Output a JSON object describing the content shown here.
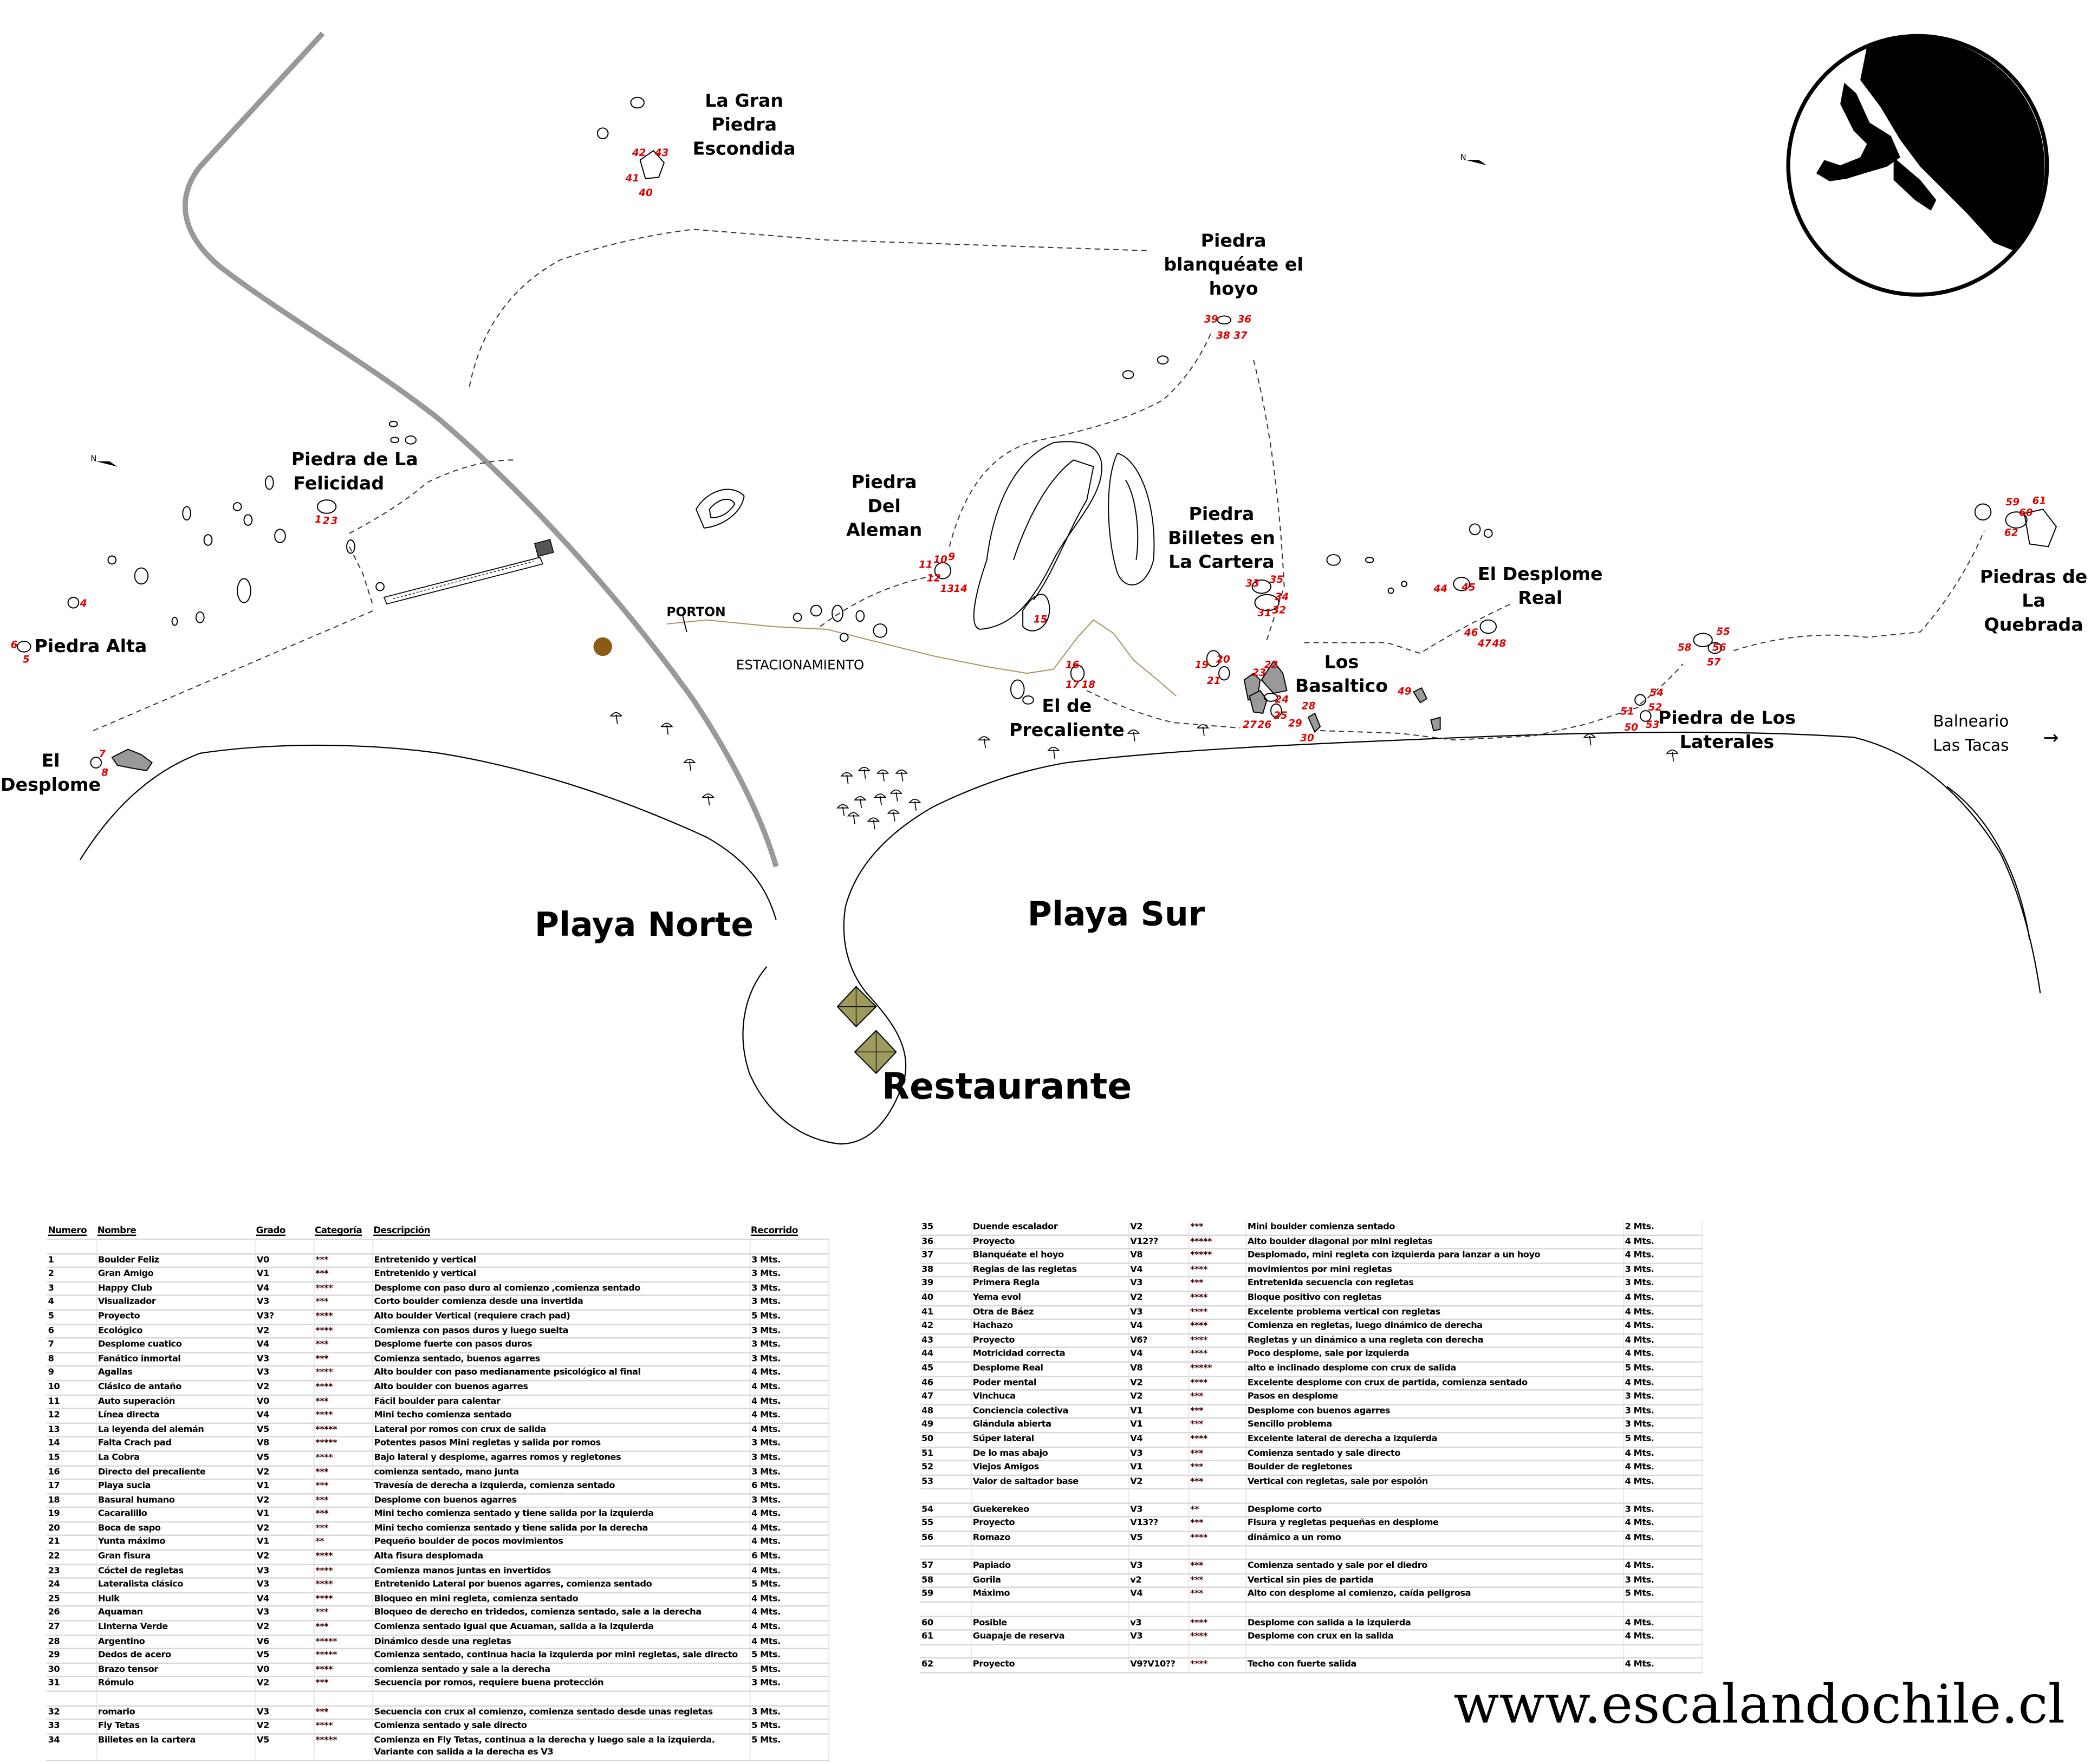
{
  "map": {
    "labels": {
      "gran_piedra": [
        "La Gran",
        "Piedra",
        "Escondida"
      ],
      "blanqueate": [
        "Piedra",
        "blanquéate el",
        "hoyo"
      ],
      "felicidad": [
        "Piedra de La",
        "Felicidad"
      ],
      "aleman": [
        "Piedra",
        "Del",
        "Aleman"
      ],
      "billetes": [
        "Piedra",
        "Billetes en",
        "La Cartera"
      ],
      "desplome_real": [
        "El  Desplome",
        "Real"
      ],
      "quebrada": [
        "Piedras de",
        "La",
        "Quebrada"
      ],
      "piedra_alta": "Piedra Alta",
      "porton": "PORTON",
      "estacionamiento": "ESTACIONAMIENTO",
      "basaltico": [
        "Los",
        "Basaltico"
      ],
      "precaliente": [
        "El de",
        "Precaliente"
      ],
      "laterales": [
        "Piedra de Los",
        "Laterales"
      ],
      "balneario": [
        "Balneario",
        "Las Tacas"
      ],
      "balneario_arrow": "→",
      "el_desplome": [
        "El",
        "Desplome"
      ],
      "playa_norte": "Playa Norte",
      "playa_sur": "Playa Sur",
      "restaurante": "Restaurante"
    },
    "route_numbers": [
      "1",
      "2",
      "3",
      "4",
      "5",
      "6",
      "7",
      "8",
      "9",
      "10",
      "11",
      "12",
      "13",
      "14",
      "15",
      "16",
      "17",
      "18",
      "19",
      "20",
      "21",
      "22",
      "23",
      "24",
      "25",
      "26",
      "27",
      "28",
      "29",
      "30",
      "31",
      "32",
      "33",
      "34",
      "35",
      "36",
      "37",
      "38",
      "39",
      "40",
      "41",
      "42",
      "43",
      "44",
      "45",
      "46",
      "47",
      "48",
      "49",
      "50",
      "51",
      "52",
      "53",
      "54",
      "55",
      "56",
      "57",
      "58",
      "59",
      "60",
      "61",
      "62"
    ]
  },
  "colors": {
    "route_number": "#e00000",
    "road": "#999999",
    "access_path": "#a89060",
    "building": "#9c9a5c",
    "marker": "#8b5a14"
  },
  "website": "www.escalandochile.cl",
  "table_left": {
    "headers": [
      "Numero",
      "Nombre",
      "Grado",
      "Categoría",
      "Descripción",
      "Recorrido"
    ],
    "rows": [
      [
        "1",
        "Boulder Feliz",
        "V0",
        "***",
        "Entretenido y vertical",
        "3 Mts."
      ],
      [
        "2",
        "Gran Amigo",
        "V1",
        "***",
        "Entretenido y vertical",
        "3 Mts."
      ],
      [
        "3",
        "Happy Club",
        "V4",
        "****",
        "Desplome con paso duro al comienzo ,comienza sentado",
        "3 Mts."
      ],
      [
        "4",
        "Visualizador",
        "V3",
        "***",
        "Corto boulder comienza desde una invertida",
        "3 Mts."
      ],
      [
        "5",
        "Proyecto",
        "V3?",
        "****",
        "Alto boulder Vertical (requiere crach pad)",
        "5 Mts."
      ],
      [
        "6",
        "Ecológico",
        "V2",
        "****",
        "Comienza con pasos duros y luego suelta",
        "3 Mts."
      ],
      [
        "7",
        "Desplome cuatico",
        "V4",
        "***",
        "Desplome fuerte con pasos duros",
        "3 Mts."
      ],
      [
        "8",
        "Fanático inmortal",
        "V3",
        "***",
        "Comienza sentado, buenos agarres",
        "3 Mts."
      ],
      [
        "9",
        "Agallas",
        "V3",
        "****",
        "Alto boulder con paso medianamente psicológico al final",
        "4 Mts."
      ],
      [
        "10",
        "Clásico de antaño",
        "V2",
        "****",
        "Alto boulder con buenos agarres",
        "4 Mts."
      ],
      [
        "11",
        "Auto superación",
        "V0",
        "***",
        "Fácil boulder para calentar",
        "4 Mts."
      ],
      [
        "12",
        "Línea directa",
        "V4",
        "****",
        "Mini techo comienza sentado",
        "4 Mts."
      ],
      [
        "13",
        "La leyenda del alemán",
        "V5",
        "*****",
        "Lateral por romos con crux de salida",
        "4 Mts."
      ],
      [
        "14",
        "Falta Crach pad",
        "V8",
        "*****",
        "Potentes pasos Mini regletas y salida por romos",
        "3 Mts."
      ],
      [
        "15",
        "La Cobra",
        "V5",
        "****",
        "Bajo lateral y  desplome, agarres romos y regletones",
        "3 Mts."
      ],
      [
        "16",
        "Directo del precaliente",
        "V2",
        "***",
        "comienza sentado, mano junta",
        "3 Mts."
      ],
      [
        "17",
        "Playa sucia",
        "V1",
        "***",
        "Travesía de derecha a izquierda, comienza sentado",
        "6 Mts."
      ],
      [
        "18",
        "Basural humano",
        "V2",
        "***",
        "Desplome con buenos agarres",
        "3 Mts."
      ],
      [
        "19",
        "Cacaralillo",
        "V1",
        "***",
        "Mini techo comienza sentado y tiene salida por la izquierda",
        "4 Mts."
      ],
      [
        "20",
        "Boca de sapo",
        "V2",
        "***",
        "Mini techo comienza sentado y tiene salida por la derecha",
        "4 Mts."
      ],
      [
        "21",
        "Yunta máximo",
        "V1",
        "**",
        "Pequeño boulder de pocos movimientos",
        "4 Mts."
      ],
      [
        "22",
        "Gran fisura",
        "V2",
        "****",
        "Alta fisura desplomada",
        "6 Mts."
      ],
      [
        "23",
        "Cóctel de regletas",
        "V3",
        "****",
        "Comienza manos juntas en invertidos",
        "4 Mts."
      ],
      [
        "24",
        "Lateralista clásico",
        "V3",
        "****",
        "Entretenido Lateral por buenos agarres, comienza sentado",
        "5 Mts."
      ],
      [
        "25",
        "Hulk",
        "V4",
        "****",
        "Bloqueo en mini regleta, comienza sentado",
        "4 Mts."
      ],
      [
        "26",
        "Aquaman",
        "V3",
        "***",
        "Bloqueo de derecho en tridedos, comienza sentado, sale a la derecha",
        "4 Mts."
      ],
      [
        "27",
        "Linterna Verde",
        "V2",
        "***",
        "Comienza sentado igual que Acuaman, salida a la izquierda",
        "4 Mts."
      ],
      [
        "28",
        "Argentino",
        "V6",
        "*****",
        "Dinámico desde una regletas",
        "4 Mts."
      ],
      [
        "29",
        "Dedos de acero",
        "V5",
        "*****",
        "Comienza sentado, continua hacia la izquierda por mini regletas, sale directo",
        "5 Mts."
      ],
      [
        "30",
        "Brazo tensor",
        "V0",
        "****",
        "comienza sentado y  sale a la derecha",
        "5 Mts."
      ],
      [
        "31",
        "Rómulo",
        "V2",
        "***",
        "Secuencia por romos, requiere buena protección",
        "3 Mts."
      ],
      [
        "32",
        "romario",
        "V3",
        "***",
        "Secuencia con crux al comienzo, comienza sentado desde unas regletas",
        "3 Mts."
      ],
      [
        "33",
        "Fly Tetas",
        "V2",
        "****",
        "Comienza sentado y sale directo",
        "5 Mts."
      ],
      [
        "34",
        "Billetes en la cartera",
        "V5",
        "*****",
        "Comienza  en Fly Tetas, continua a la derecha y luego sale a la izquierda. Variante con salida a la derecha es V3",
        "5 Mts."
      ]
    ]
  },
  "table_right": {
    "rows": [
      [
        "35",
        "Duende escalador",
        "V2",
        "***",
        "Mini boulder comienza sentado",
        "2 Mts."
      ],
      [
        "36",
        "Proyecto",
        "V12??",
        "*****",
        "Alto boulder diagonal por mini regletas",
        "4 Mts."
      ],
      [
        "37",
        "Blanquéate el hoyo",
        "V8",
        "*****",
        "Desplomado,  mini regleta con izquierda para  lanzar a un hoyo",
        "4 Mts."
      ],
      [
        "38",
        "Reglas de las regletas",
        "V4",
        "****",
        "movimientos por mini  regletas",
        "3 Mts."
      ],
      [
        "39",
        "Primera Regla",
        "V3",
        "***",
        "Entretenida secuencia con regletas",
        "3 Mts."
      ],
      [
        "40",
        "Yema evol",
        "V2",
        "****",
        "Bloque positivo con  regletas",
        "4 Mts."
      ],
      [
        "41",
        "Otra de Báez",
        "V3",
        "****",
        "Excelente problema vertical con regletas",
        "4 Mts."
      ],
      [
        "42",
        "Hachazo",
        "V4",
        "****",
        "Comienza en regletas, luego dinámico de derecha",
        "4 Mts."
      ],
      [
        "43",
        "Proyecto",
        "V6?",
        "****",
        "Regletas y un dinámico a una regleta con derecha",
        "4 Mts."
      ],
      [
        "44",
        "Motricidad correcta",
        "V4",
        "****",
        "Poco desplome, sale por izquierda",
        "4 Mts."
      ],
      [
        "45",
        "Desplome Real",
        "V8",
        "*****",
        "alto e inclinado desplome con crux de salida",
        "5 Mts."
      ],
      [
        "46",
        "Poder mental",
        "V2",
        "****",
        "Excelente desplome con crux de partida, comienza sentado",
        "4 Mts."
      ],
      [
        "47",
        "Vinchuca",
        "V2",
        "***",
        "Pasos en desplome",
        "3 Mts."
      ],
      [
        "48",
        "Conciencia colectiva",
        "V1",
        "***",
        "Desplome con  buenos agarres",
        "3 Mts."
      ],
      [
        "49",
        "Glándula abierta",
        "V1",
        "***",
        "Sencillo problema",
        "3 Mts."
      ],
      [
        "50",
        "Súper lateral",
        "V4",
        "****",
        "Excelente lateral de derecha a izquierda",
        "5 Mts."
      ],
      [
        "51",
        "De lo mas abajo",
        "V3",
        "***",
        "Comienza sentado y sale directo",
        "4 Mts."
      ],
      [
        "52",
        "Viejos Amigos",
        "V1",
        "***",
        "Boulder de regletones",
        "4 Mts."
      ],
      [
        "53",
        "Valor de saltador base",
        "V2",
        "***",
        "Vertical con regletas, sale por espolón",
        "4 Mts."
      ],
      [
        "54",
        "Guekerekeo",
        "V3",
        "**",
        "Desplome corto",
        "3 Mts."
      ],
      [
        "55",
        "Proyecto",
        "V13??",
        "***",
        "Fisura y regletas pequeñas en desplome",
        "4 Mts."
      ],
      [
        "56",
        "Romazo",
        "V5",
        "****",
        "dinámico a un romo",
        "4 Mts."
      ],
      [
        "57",
        "Papiado",
        "V3",
        "***",
        "Comienza sentado y sale por el diedro",
        "4 Mts."
      ],
      [
        "58",
        "Gorila",
        "v2",
        "***",
        "Vertical sin pies de partida",
        "3 Mts."
      ],
      [
        "59",
        "Máximo",
        "V4",
        "***",
        "Alto con desplome al comienzo, caída peligrosa",
        "5 Mts."
      ],
      [
        "60",
        "Posible",
        "v3",
        "****",
        "Desplome con salida a la izquierda",
        "4 Mts."
      ],
      [
        "61",
        "Guapaje de reserva",
        "V3",
        "****",
        "Desplome con crux en la salida",
        "4 Mts."
      ],
      [
        "62",
        "Proyecto",
        "V9?V10??",
        "****",
        "Techo con fuerte salida",
        "4 Mts."
      ]
    ]
  }
}
